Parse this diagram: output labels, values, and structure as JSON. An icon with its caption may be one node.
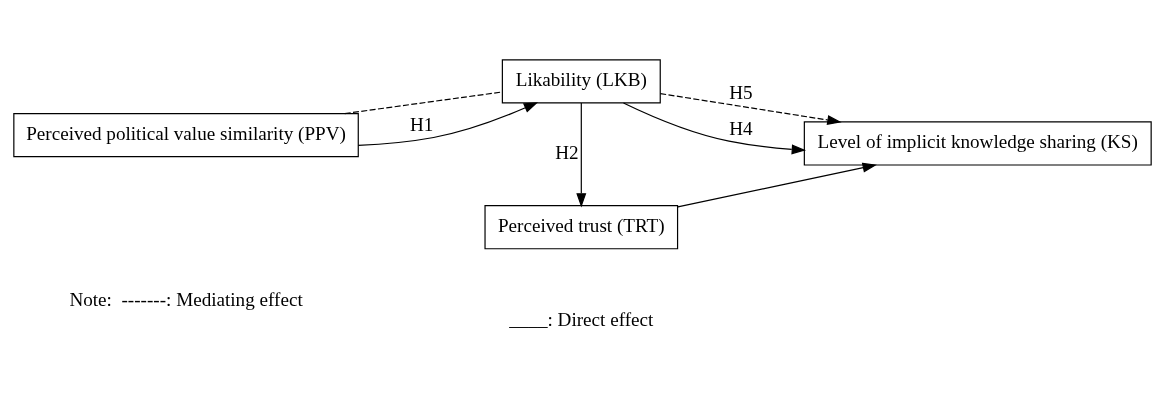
{
  "diagram": {
    "nodes": [
      {
        "text": [
          "Perceived political value similarity (PPV)"
        ]
      },
      {
        "text": [
          "Likability (LKB)"
        ]
      },
      {
        "text": [
          "Level of implicit knowledge sharing (KS)"
        ]
      },
      {
        "text": [
          "Perceived trust (TRT)"
        ]
      }
    ],
    "edges": [
      {
        "from": 0,
        "to": 1,
        "arrow": "none",
        "style": "dashed"
      },
      {
        "from": 1,
        "to": 2,
        "arrow": "to",
        "style": "dashed",
        "label": "H5"
      },
      {
        "from": 0,
        "to": 1,
        "arrow": "to",
        "label": "H1"
      },
      {
        "from": 1,
        "to": 2,
        "arrow": "to",
        "label": "H4"
      },
      {
        "from": 1,
        "to": 3,
        "arrow": "to",
        "label": "H2"
      },
      {
        "from": 3,
        "to": 2,
        "arrow": "to"
      }
    ],
    "labels": [
      "Note:  -------: Mediating effect",
      "____: Direct effect"
    ]
  }
}
